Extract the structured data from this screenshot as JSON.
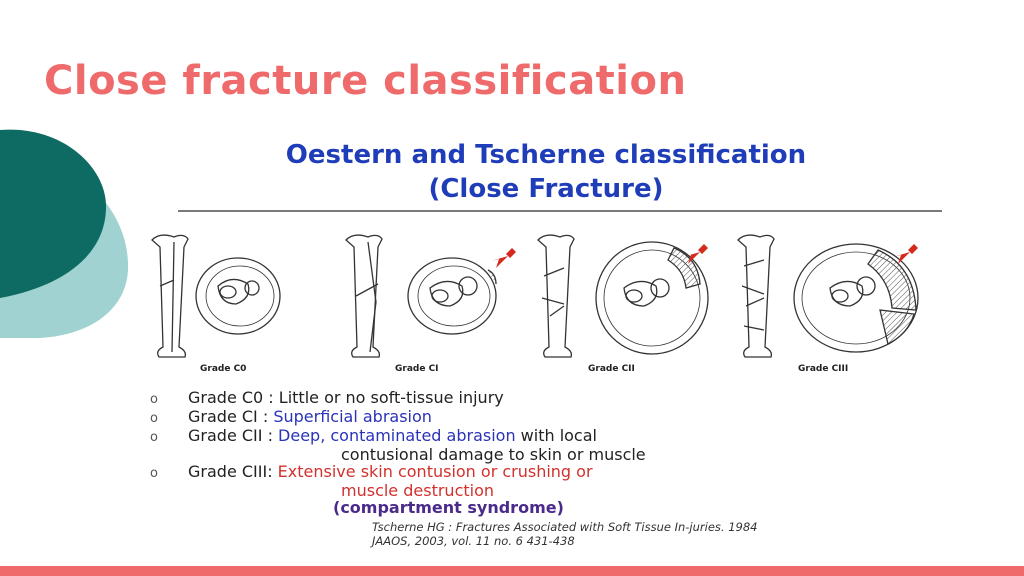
{
  "slide": {
    "title": "Close fracture classification",
    "accent_color": "#ef6b6b",
    "decor_color_dark": "#0e6b63",
    "decor_color_light": "#9fd2d0"
  },
  "figure": {
    "title_line1": "Oestern and Tscherne classification",
    "title_line2": "(Close Fracture)",
    "title_color": "#1f3db8",
    "grades": [
      {
        "label": "Grade C0"
      },
      {
        "label": "Grade CI"
      },
      {
        "label": "Grade CII"
      },
      {
        "label": "Grade CIII"
      }
    ],
    "legend": [
      {
        "grade": "Grade C0 : ",
        "desc": "Little or no soft-tissue injury"
      },
      {
        "grade": "Grade CI : ",
        "desc": "Superficial abrasion"
      },
      {
        "grade": "Grade CII : ",
        "desc": "Deep, contaminated abrasion",
        "desc_tail": " with local",
        "continuation": "contusional damage to skin or muscle"
      },
      {
        "grade": "Grade CIII: ",
        "desc": "Extensive skin contusion or crushing or",
        "continuation": "muscle destruction",
        "note": "(compartment syndrome)"
      }
    ],
    "reference_line1": "Tscherne HG : Fractures Associated with Soft Tissue In-juries. 1984",
    "reference_line2": "JAAOS, 2003, vol. 11 no. 6 431-438",
    "icons": [
      "bone-icon",
      "leg-cross-section-icon",
      "red-arrow-icon"
    ]
  }
}
